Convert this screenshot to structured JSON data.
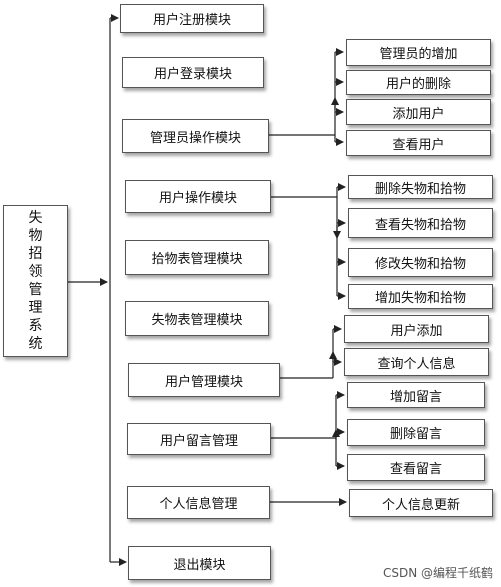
{
  "root": {
    "chars": [
      "失",
      "物",
      "招",
      "领",
      "管",
      "理",
      "系",
      "统"
    ]
  },
  "modules": [
    {
      "label": "用户注册模块"
    },
    {
      "label": "用户登录模块"
    },
    {
      "label": "管理员操作模块"
    },
    {
      "label": "用户操作模块"
    },
    {
      "label": "拾物表管理模块"
    },
    {
      "label": "失物表管理模块"
    },
    {
      "label": "用户管理模块"
    },
    {
      "label": "用户留言管理"
    },
    {
      "label": "个人信息管理"
    },
    {
      "label": "退出模块"
    }
  ],
  "groups": {
    "admin": [
      "管理员的增加",
      "用户的删除",
      "添加用户",
      "查看用户"
    ],
    "user": [
      "删除失物和拾物",
      "查看失物和拾物",
      "修改失物和拾物",
      "增加失物和拾物"
    ],
    "usermgmt": [
      "用户添加",
      "查询个人信息"
    ],
    "message": [
      "增加留言",
      "删除留言",
      "查看留言"
    ],
    "profile": [
      "个人信息更新"
    ]
  },
  "watermark": "CSDN @编程千纸鹤"
}
